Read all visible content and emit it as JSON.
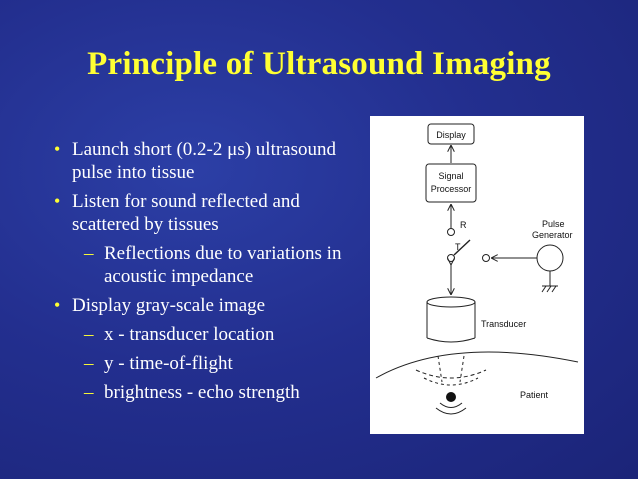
{
  "slide": {
    "title": "Principle of Ultrasound Imaging",
    "bullets": [
      {
        "level": 1,
        "text": "Launch short (0.2-2 μs) ultrasound pulse into tissue"
      },
      {
        "level": 1,
        "text": "Listen for sound reflected and scattered by tissues"
      },
      {
        "level": 2,
        "text": "Reflections due to variations in acoustic impedance"
      },
      {
        "level": 1,
        "text": "Display gray-scale image"
      },
      {
        "level": 2,
        "text": "x - transducer location"
      },
      {
        "level": 2,
        "text": "y - time-of-flight"
      },
      {
        "level": 2,
        "text": "brightness - echo strength"
      }
    ],
    "bullet_glyph": "•",
    "dash_glyph": "–"
  },
  "diagram": {
    "display": "Display",
    "signal_1": "Signal",
    "signal_2": "Processor",
    "r": "R",
    "t": "T",
    "pulse_1": "Pulse",
    "pulse_2": "Generator",
    "transducer": "Transducer",
    "patient": "Patient"
  },
  "colors": {
    "title": "#ffff33",
    "text": "#ffffff",
    "background": "#232f8f"
  }
}
